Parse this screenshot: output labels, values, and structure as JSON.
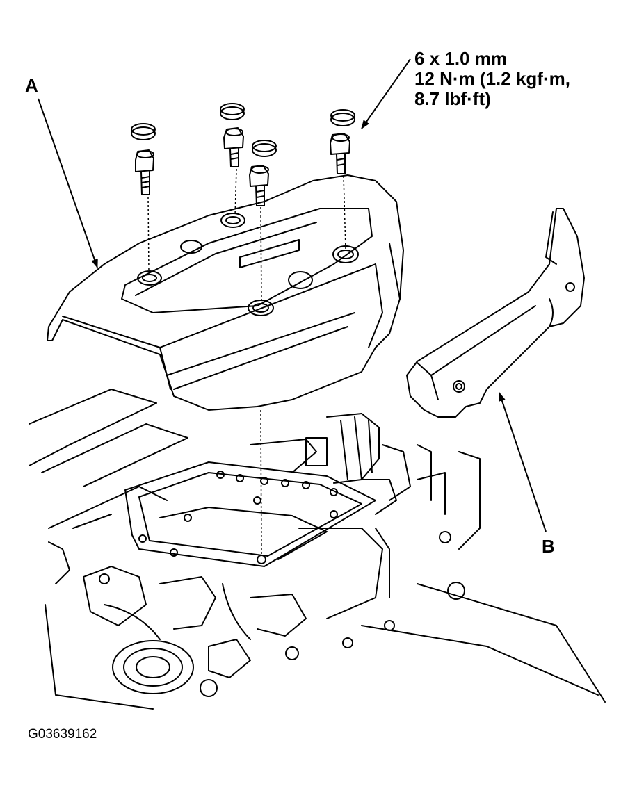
{
  "labels": {
    "part_a": "A",
    "part_b": "B"
  },
  "bolt_spec": {
    "size": "6 x 1.0 mm",
    "torque_line1": "12 N·m (1.2 kgf·m,",
    "torque_line2": "8.7 lbf·ft)"
  },
  "figure_id": "G03639162",
  "colors": {
    "ink": "#000000",
    "paper": "#ffffff"
  }
}
